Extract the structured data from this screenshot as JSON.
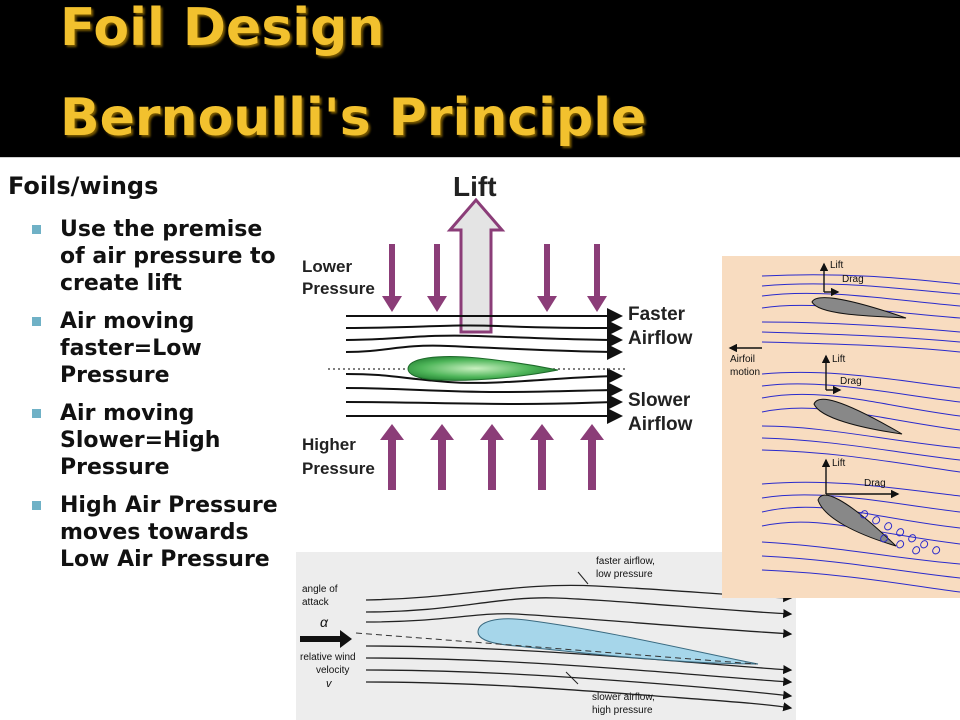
{
  "slide": {
    "title_line1": "Foil Design",
    "title_line2": "Bernoulli's Principle",
    "heading": "Foils/wings",
    "bullets": [
      "Use the premise of air pressure to create lift",
      "Air moving faster=Low Pressure",
      "Air moving Slower=High Pressure",
      "High Air Pressure moves towards Low Air Pressure"
    ]
  },
  "figure_lift": {
    "lift": "Lift",
    "lower_pressure_1": "Lower",
    "lower_pressure_2": "Pressure",
    "higher_pressure_1": "Higher",
    "higher_pressure_2": "Pressure",
    "faster_1": "Faster",
    "faster_2": "Airflow",
    "slower_1": "Slower",
    "slower_2": "Airflow"
  },
  "figure_attack": {
    "faster_1": "faster airflow,",
    "faster_2": "low pressure",
    "angle_1": "angle of",
    "angle_2": "attack",
    "alpha": "α",
    "wind_1": "relative wind",
    "wind_2": "velocity",
    "v": "v",
    "slower_1": "slower airflow,",
    "slower_2": "high pressure"
  },
  "figure_stall": {
    "lift": "Lift",
    "drag": "Drag",
    "airfoil_1": "Airfoil",
    "airfoil_2": "motion"
  },
  "colors": {
    "header_bg": "#000000",
    "title": "#f2c12e",
    "bullet": "#6fb1c6",
    "arrow_purple": "#8b3d78",
    "foil_green": "#3aa64a",
    "foil_blue": "#a6d6ea",
    "stream_blue": "#2a2acc"
  }
}
